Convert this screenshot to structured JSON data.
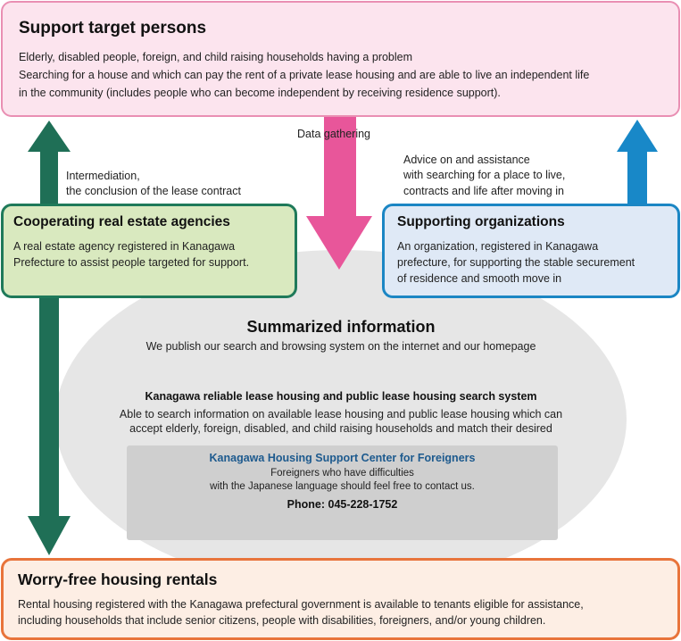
{
  "support_target": {
    "title": "Support target persons",
    "lines": [
      "Elderly, disabled people, foreign, and child raising households having a problem",
      "Searching for a house and which can pay the rent of a private lease housing and are able to live an independent life",
      "in the community (includes people who can become independent by receiving residence support)."
    ]
  },
  "labels": {
    "data_gathering": "Data gathering",
    "intermediation": [
      "Intermediation,",
      "the conclusion of the lease contract"
    ],
    "advice": [
      "Advice on and assistance",
      "with searching for a place to live,",
      "contracts and life after moving in"
    ]
  },
  "real_estate": {
    "title": "Cooperating real estate agencies",
    "lines": [
      "A real estate agency registered in Kanagawa",
      "Prefecture to assist people targeted for support."
    ]
  },
  "supporting_orgs": {
    "title": "Supporting organizations",
    "lines": [
      "An organization, registered in Kanagawa",
      "prefecture, for supporting the stable securement",
      "of residence and smooth move in"
    ]
  },
  "summarized": {
    "title": "Summarized information",
    "subtitle": "We publish our search and browsing system on the internet and our homepage",
    "search_title": "Kanagawa reliable lease housing and public lease housing search system",
    "search_desc": [
      "Able to search information on available lease housing and public lease housing which can",
      "accept elderly, foreign, disabled, and child raising households and match their desired"
    ]
  },
  "center": {
    "title": "Kanagawa Housing Support Center for Foreigners",
    "lines": [
      "Foreigners who have difficulties",
      "with the Japanese language should feel free to contact us."
    ],
    "phone": "Phone: 045-228-1752"
  },
  "worry_free": {
    "title": "Worry-free housing rentals",
    "lines": [
      "Rental housing registered with the Kanagawa prefectural government is available to tenants eligible for assistance,",
      "including households that include senior citizens, people with disabilities, foreigners, and/or young children."
    ]
  },
  "colors": {
    "pink_arrow": "#e8569a",
    "green_arrow": "#1f6f56",
    "blue_arrow": "#1888c8"
  }
}
